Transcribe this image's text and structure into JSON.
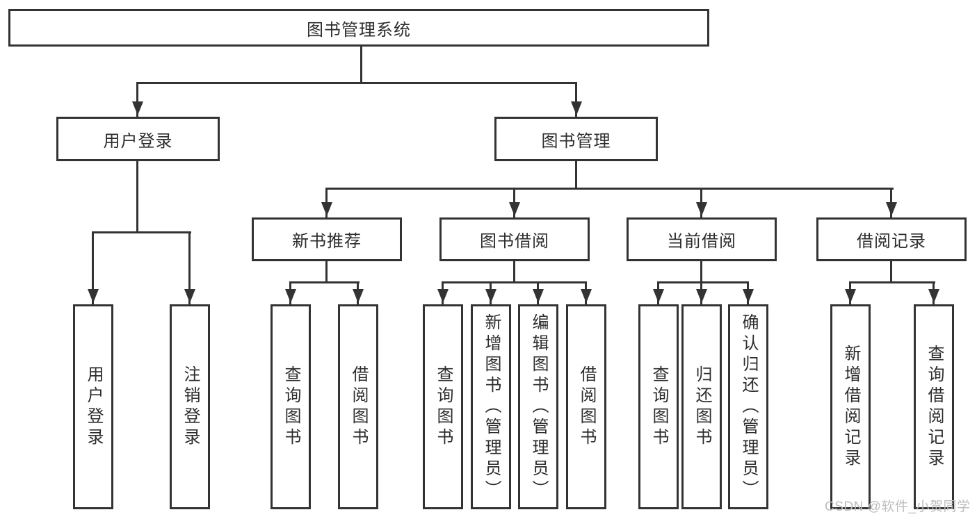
{
  "nodes": {
    "root": "图书管理系统",
    "level2": [
      "用户登录",
      "图书管理"
    ],
    "level3": [
      "新书推荐",
      "图书借阅",
      "当前借阅",
      "借阅记录"
    ],
    "leaves_user": [
      "用户登录",
      "注销登录"
    ],
    "leaves_recommend": [
      "查询图书",
      "借阅图书"
    ],
    "leaves_borrow": [
      "查询图书",
      "新增图书（管理员）",
      "编辑图书（管理员）",
      "借阅图书"
    ],
    "leaves_current": [
      "查询图书",
      "归还图书",
      "确认归还（管理员）"
    ],
    "leaves_records": [
      "新增借阅记录",
      "查询借阅记录"
    ]
  },
  "watermark": {
    "text": "CSDN @软件_小贺同学"
  },
  "colors": {
    "line": "#333333",
    "box_border": "#333333",
    "text": "#2d2d2d",
    "watermark": "#bdbdbd",
    "background": "#ffffff"
  }
}
